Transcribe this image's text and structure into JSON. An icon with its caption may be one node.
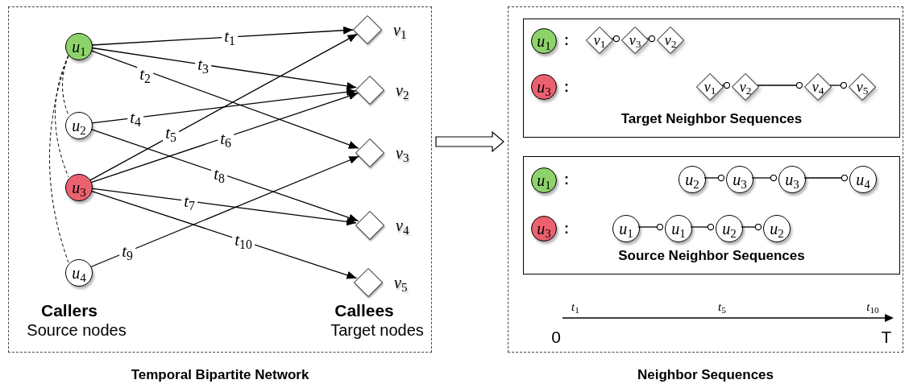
{
  "diagram": {
    "nodes": [
      {
        "text": [
          "Temporal Bipartite Network"
        ]
      },
      {
        "text": [
          "*u*$_{1}$"
        ],
        "in": 0
      },
      {
        "text": [
          "*u*$_{2}$"
        ],
        "in": 0
      },
      {
        "text": [
          "*u*$_{3}$"
        ],
        "in": 0
      },
      {
        "text": [
          "*u*$_{4}$"
        ],
        "in": 0
      },
      {
        "text": [
          "*v*$_{1}$"
        ],
        "in": 0
      },
      {
        "text": [
          "*v*$_{2}$"
        ],
        "in": 0
      },
      {
        "text": [
          "*v*$_{3}$"
        ],
        "in": 0
      },
      {
        "text": [
          "*v*$_{4}$"
        ],
        "in": 0
      },
      {
        "text": [
          "*v*$_{5}$"
        ],
        "in": 0
      },
      {
        "text": [
          "Neighbor Sequences"
        ]
      },
      {
        "text": [
          "Target Neighbor Sequences"
        ],
        "in": 10
      },
      {
        "text": [
          "*u*$_{1}$"
        ],
        "in": 11
      },
      {
        "text": [
          "*v*$_{1}$"
        ],
        "in": 11
      },
      {
        "text": [
          "*v*$_{3}$"
        ],
        "in": 11
      },
      {
        "text": [
          "*v*$_{2}$"
        ],
        "in": 11
      },
      {
        "text": [
          "*u*$_{3}$"
        ],
        "in": 11
      },
      {
        "text": [
          "*v*$_{1}$"
        ],
        "in": 11
      },
      {
        "text": [
          "*v*$_{2}$"
        ],
        "in": 11
      },
      {
        "text": [
          "*v*$_{4}$"
        ],
        "in": 11
      },
      {
        "text": [
          "*v*$_{5}$"
        ],
        "in": 11
      },
      {
        "text": [
          "Source Neighbor Sequences"
        ],
        "in": 10
      },
      {
        "text": [
          "*u*$_{1}$"
        ],
        "in": 21
      },
      {
        "text": [
          "*u*$_{2}$"
        ],
        "in": 21
      },
      {
        "text": [
          "*u*$_{3}$"
        ],
        "in": 21
      },
      {
        "text": [
          "*u*$_{3}$"
        ],
        "in": 21
      },
      {
        "text": [
          "*u*$_{4}$"
        ],
        "in": 21
      },
      {
        "text": [
          "*u*$_{3}$"
        ],
        "in": 21
      },
      {
        "text": [
          "*u*$_{1}$"
        ],
        "in": 21
      },
      {
        "text": [
          "*u*$_{1}$"
        ],
        "in": 21
      },
      {
        "text": [
          "*u*$_{2}$"
        ],
        "in": 21
      },
      {
        "text": [
          "*u*$_{2}$"
        ],
        "in": 21
      }
    ],
    "edges": [
      {
        "from": 1,
        "to": 5,
        "arrow": "to",
        "label": "*t*$_{1}$"
      },
      {
        "from": 1,
        "to": 7,
        "arrow": "to",
        "label": "*t*$_{2}$"
      },
      {
        "from": 1,
        "to": 6,
        "arrow": "to",
        "label": "*t*$_{3}$"
      },
      {
        "from": 2,
        "to": 6,
        "arrow": "to",
        "label": "*t*$_{4}$"
      },
      {
        "from": 3,
        "to": 5,
        "arrow": "to",
        "label": "*t*$_{5}$"
      },
      {
        "from": 3,
        "to": 6,
        "arrow": "to",
        "label": "*t*$_{6}$"
      },
      {
        "from": 3,
        "to": 8,
        "arrow": "to",
        "label": "*t*$_{7}$"
      },
      {
        "from": 2,
        "to": 8,
        "arrow": "to",
        "label": "*t*$_{8}$"
      },
      {
        "from": 4,
        "to": 7,
        "arrow": "to",
        "label": "*t*$_{9}$"
      },
      {
        "from": 3,
        "to": 9,
        "arrow": "to",
        "label": "*t*$_{10}$"
      },
      {
        "from": 1,
        "to": 2,
        "arrow": "none",
        "style": "dashed"
      },
      {
        "from": 1,
        "to": 3,
        "arrow": "none",
        "style": "dashed"
      },
      {
        "from": 1,
        "to": 4,
        "arrow": "none",
        "style": "dashed"
      },
      {
        "from": 0,
        "to": 10,
        "arrow": "to",
        "style": "thick"
      },
      {
        "from": 13,
        "to": 14,
        "arrow": "other"
      },
      {
        "from": 14,
        "to": 15,
        "arrow": "other"
      },
      {
        "from": 17,
        "to": 18,
        "arrow": "other"
      },
      {
        "from": 18,
        "to": 19,
        "arrow": "other"
      },
      {
        "from": 19,
        "to": 20,
        "arrow": "other"
      },
      {
        "from": 23,
        "to": 24,
        "arrow": "other"
      },
      {
        "from": 24,
        "to": 25,
        "arrow": "other"
      },
      {
        "from": 25,
        "to": 26,
        "arrow": "other"
      },
      {
        "from": 28,
        "to": 29,
        "arrow": "other"
      },
      {
        "from": 29,
        "to": 30,
        "arrow": "other"
      },
      {
        "from": 30,
        "to": 31,
        "arrow": "other"
      }
    ],
    "labels": [
      "Callers",
      "Source nodes",
      "Callees",
      "Target nodes",
      ":",
      ":",
      ":",
      ":",
      "*t*$_{1}$",
      "*t*$_{5}$",
      "*t*$_{10}$",
      "0",
      "T"
    ]
  }
}
